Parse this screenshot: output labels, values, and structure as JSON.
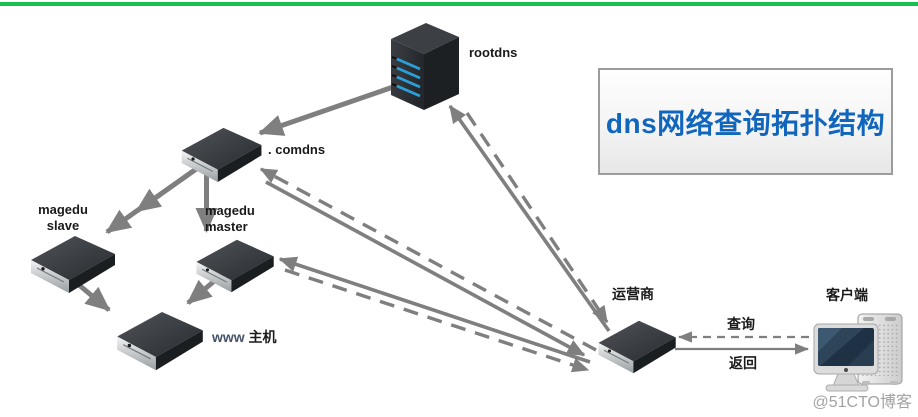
{
  "diagram": {
    "title": "dns网络查询拓扑结构",
    "watermark": "@51CTO博客",
    "nodes": {
      "rootdns": "rootdns",
      "comdns": ". comdns",
      "slave_line1": "magedu",
      "slave_line2": "slave",
      "master_line1": "magedu",
      "master_line2": "master",
      "www_prefix": "www",
      "www_suffix": " 主机",
      "isp": "运营商",
      "client": "客户端"
    },
    "edge_labels": {
      "query": "查询",
      "reply": "返回"
    },
    "colors": {
      "top_bar": "#17c251",
      "title_text": "#1065bd",
      "arrow": "#7f7f7f"
    }
  }
}
